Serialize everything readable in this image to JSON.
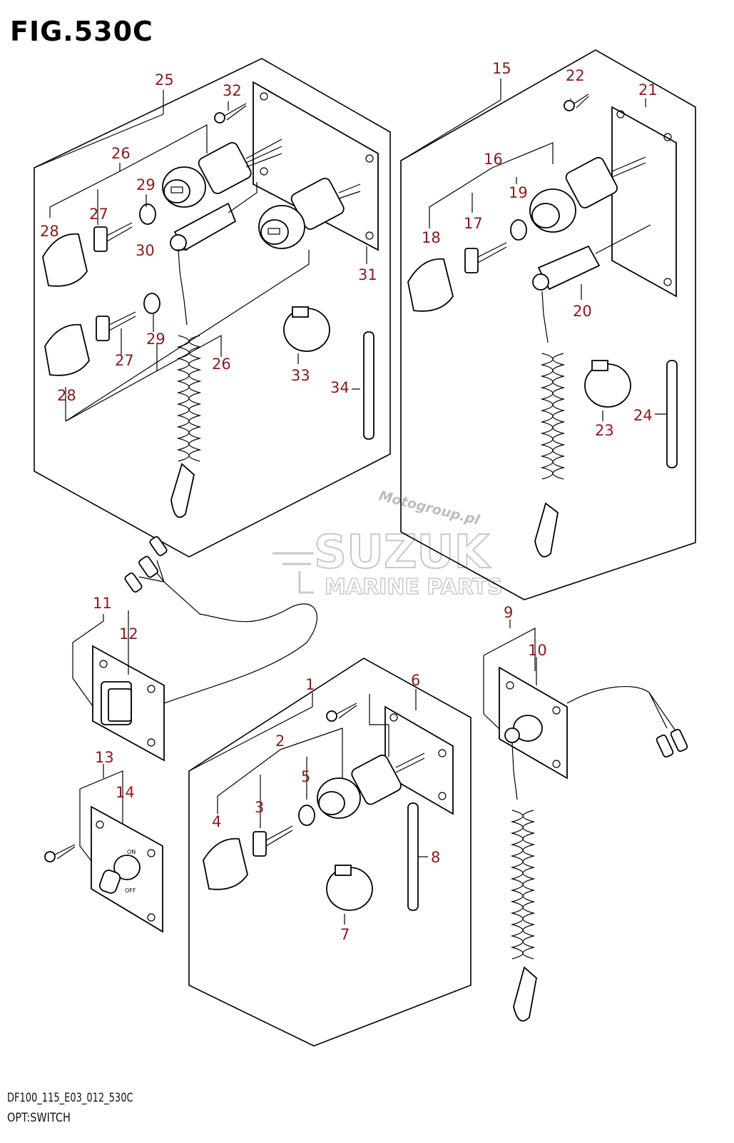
{
  "figure": {
    "title": "FIG.530C",
    "footer_code": "DF100_115_E03_012_530C",
    "footer_name": "OPT:SWITCH"
  },
  "watermark": {
    "brand": "SUZUK",
    "subtitle": "MARINE PARTS",
    "site": "Motogroup.pl"
  },
  "callouts": [
    "1",
    "2",
    "3",
    "4",
    "5",
    "6",
    "7",
    "8",
    "9",
    "10",
    "11",
    "12",
    "13",
    "14",
    "15",
    "16",
    "17",
    "18",
    "19",
    "20",
    "21",
    "22",
    "23",
    "24",
    "25",
    "26",
    "27",
    "28",
    "29",
    "30",
    "31",
    "32",
    "33",
    "34"
  ],
  "switch_labels": {
    "on": "ON",
    "off": "OFF"
  }
}
